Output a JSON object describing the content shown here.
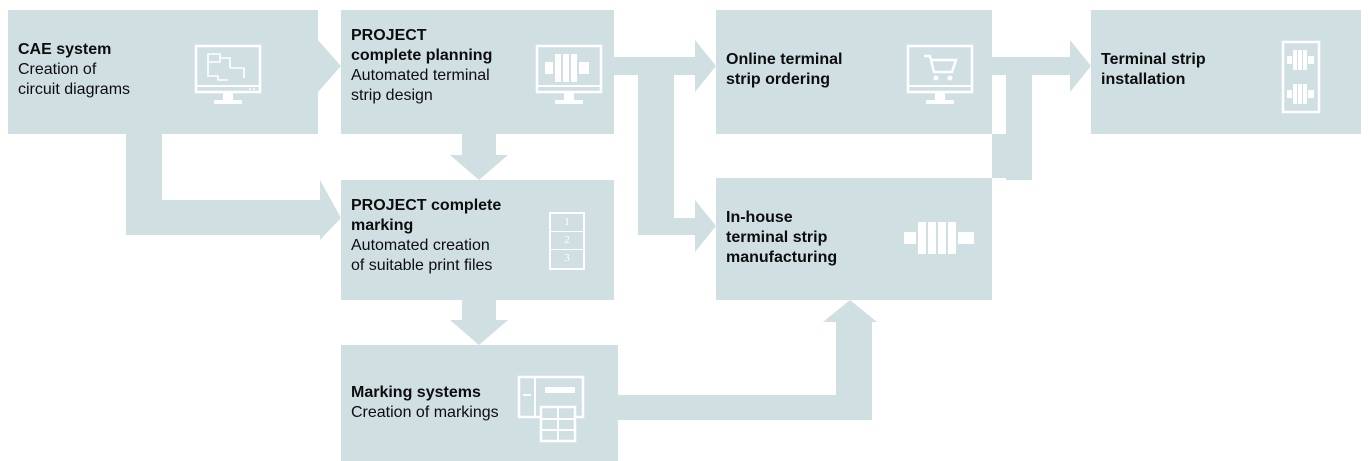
{
  "colors": {
    "box": "#cfdfe2",
    "connector": "#cfdfe2",
    "icon": "#ffffff",
    "text": "#0d0d0d"
  },
  "nodes": {
    "cae": {
      "title": "CAE system",
      "lines": [
        "Creation of",
        "circuit diagrams"
      ],
      "icon": "monitor-circuit-icon"
    },
    "planning": {
      "title": [
        "PROJECT",
        "complete planning"
      ],
      "lines": [
        "Automated terminal",
        "strip design"
      ],
      "icon": "monitor-terminal-strip-icon"
    },
    "ordering": {
      "title": [
        "Online terminal",
        "strip ordering"
      ],
      "icon": "monitor-shopping-cart-icon"
    },
    "installation": {
      "title": [
        "Terminal strip",
        "installation"
      ],
      "icon": "terminal-strip-panel-icon"
    },
    "marking": {
      "title": [
        "PROJECT complete",
        "marking"
      ],
      "lines": [
        "Automated creation",
        "of suitable print files"
      ],
      "icon": "numbered-marker-icon",
      "numbers": [
        "1",
        "2",
        "3"
      ]
    },
    "manufacturing": {
      "title": [
        "In-house",
        "terminal strip",
        "manufacturing"
      ],
      "icon": "terminal-strip-icon"
    },
    "systems": {
      "title": "Marking systems",
      "lines": [
        "Creation of markings"
      ],
      "icon": "marking-printer-icon"
    }
  }
}
